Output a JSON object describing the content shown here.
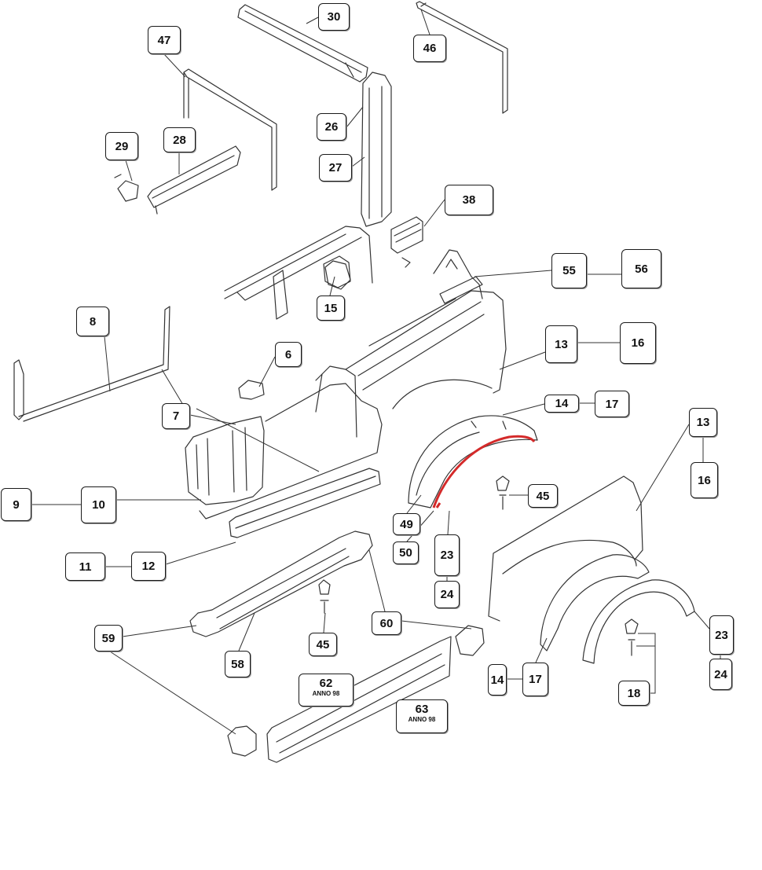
{
  "diagram": {
    "line_color": "#333333",
    "highlight_color": "#d42a2a",
    "callouts": [
      {
        "id": "c30",
        "label": "30"
      },
      {
        "id": "c46",
        "label": "46"
      },
      {
        "id": "c47",
        "label": "47"
      },
      {
        "id": "c26",
        "label": "26"
      },
      {
        "id": "c27",
        "label": "27"
      },
      {
        "id": "c29",
        "label": "29"
      },
      {
        "id": "c28",
        "label": "28"
      },
      {
        "id": "c38",
        "label": "38"
      },
      {
        "id": "c55",
        "label": "55"
      },
      {
        "id": "c56",
        "label": "56"
      },
      {
        "id": "c15",
        "label": "15"
      },
      {
        "id": "c8",
        "label": "8"
      },
      {
        "id": "c13a",
        "label": "13"
      },
      {
        "id": "c16a",
        "label": "16"
      },
      {
        "id": "c6",
        "label": "6"
      },
      {
        "id": "c14a",
        "label": "14"
      },
      {
        "id": "c17a",
        "label": "17"
      },
      {
        "id": "c13b",
        "label": "13"
      },
      {
        "id": "c16b",
        "label": "16"
      },
      {
        "id": "c7",
        "label": "7"
      },
      {
        "id": "c45a",
        "label": "45"
      },
      {
        "id": "c9",
        "label": "9"
      },
      {
        "id": "c10",
        "label": "10"
      },
      {
        "id": "c49",
        "label": "49"
      },
      {
        "id": "c50",
        "label": "50"
      },
      {
        "id": "c23a",
        "label": "23"
      },
      {
        "id": "c24a",
        "label": "24"
      },
      {
        "id": "c11",
        "label": "11"
      },
      {
        "id": "c12",
        "label": "12"
      },
      {
        "id": "c60",
        "label": "60"
      },
      {
        "id": "c59",
        "label": "59"
      },
      {
        "id": "c45b",
        "label": "45"
      },
      {
        "id": "c58",
        "label": "58"
      },
      {
        "id": "c62",
        "label": "62",
        "sub": "ANNO 98"
      },
      {
        "id": "c63",
        "label": "63",
        "sub": "ANNO 98"
      },
      {
        "id": "c23b",
        "label": "23"
      },
      {
        "id": "c24b",
        "label": "24"
      },
      {
        "id": "c14b",
        "label": "14"
      },
      {
        "id": "c17b",
        "label": "17"
      },
      {
        "id": "c18",
        "label": "18"
      }
    ]
  }
}
